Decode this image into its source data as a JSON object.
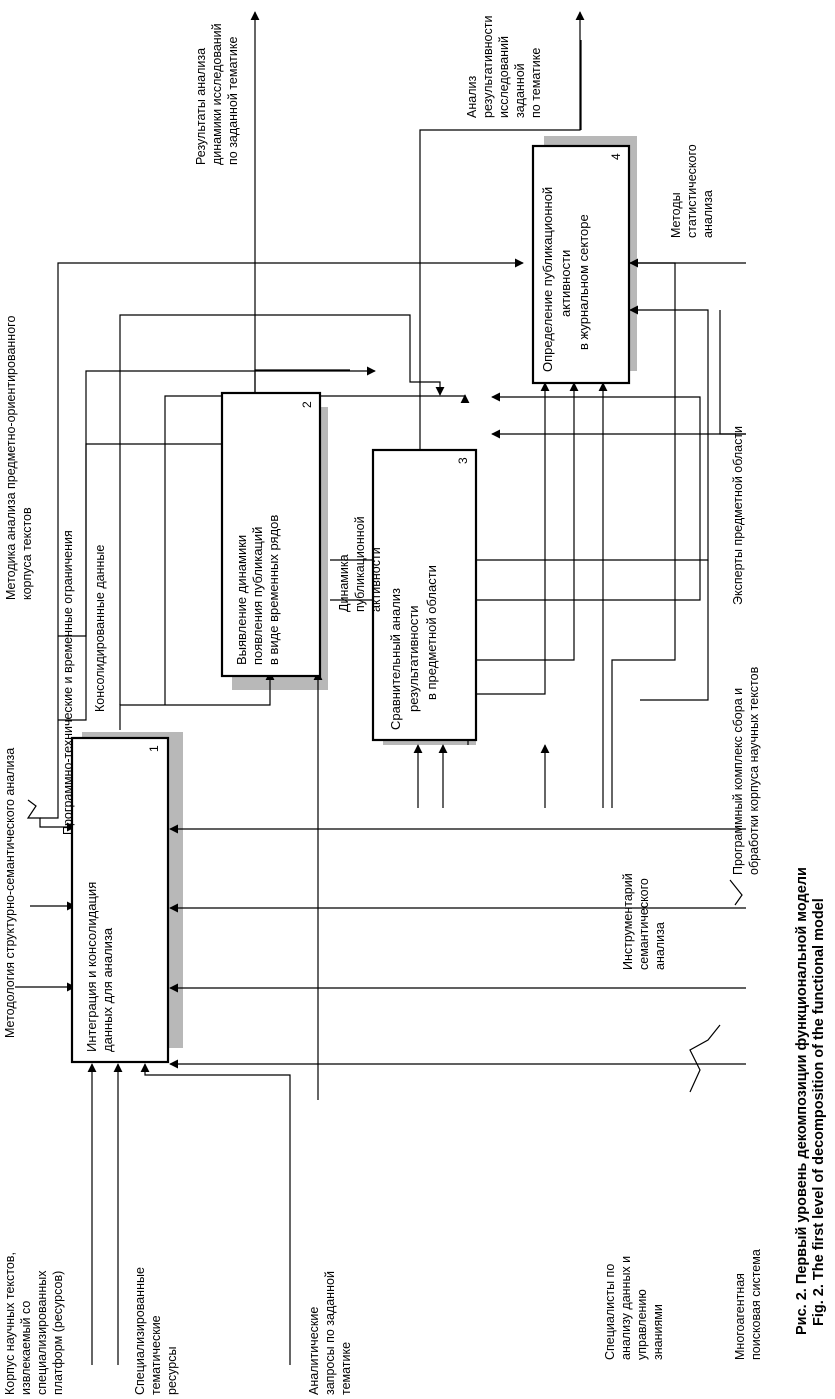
{
  "boxes": [
    {
      "number": "1",
      "lines": [
        "Интеграция и консолидация",
        "данных для анализа"
      ]
    },
    {
      "number": "2",
      "lines": [
        "Выявление динамики",
        "появления публикаций",
        "в виде временных рядов"
      ]
    },
    {
      "number": "3",
      "lines": [
        "Сравнительный анализ",
        "результативности",
        "в предметной области"
      ]
    },
    {
      "number": "4",
      "lines": [
        "Определение публикационной",
        "активности",
        "в журнальном секторе"
      ]
    }
  ],
  "inputs": {
    "corpus": [
      "Корпус научных текстов,",
      "извлекаемый со",
      "специализированных",
      "платформ (ресурсов)"
    ],
    "resources": [
      "Специализированные",
      "тематические",
      "ресурсы"
    ],
    "queries": [
      "Аналитические",
      "запросы по заданной",
      "тематике"
    ]
  },
  "controls": {
    "methodology_structural": "Методология структурно-семантического анализа",
    "constraints": "Программно-технические и временные ограничения",
    "methodology_corpus": [
      "Методика анализа предметно-ориентированного",
      "корпуса текстов"
    ]
  },
  "flows": {
    "consolidated": "Консолидированные данные",
    "dynamics": [
      "Динамика",
      "публикационной",
      "активности"
    ],
    "results_dynamics": [
      "Результаты анализа",
      "динамики исследований",
      "по заданной тематике"
    ],
    "results_efficiency": [
      "Анализ",
      "результативности",
      "исследований",
      "заданной",
      "по тематике"
    ]
  },
  "mechanisms": {
    "specialists": [
      "Специалисты по",
      "анализу данных и",
      "управлению",
      "знаниями"
    ],
    "multiagent": [
      "Многоагентная",
      "поисковая система"
    ],
    "toolkit": [
      "Инструментарий",
      "семантического",
      "анализа"
    ],
    "software": [
      "Программный комплекс сбора и",
      "обработки корпуса научных текстов"
    ],
    "experts": "Эксперты предметной области",
    "stat_methods": [
      "Методы",
      "статистического",
      "анализа"
    ]
  },
  "caption": {
    "ru": "Рис. 2. Первый уровень декомпозиции функциональной модели",
    "en": "Fig. 2. The first level of decomposition of the functional model"
  }
}
